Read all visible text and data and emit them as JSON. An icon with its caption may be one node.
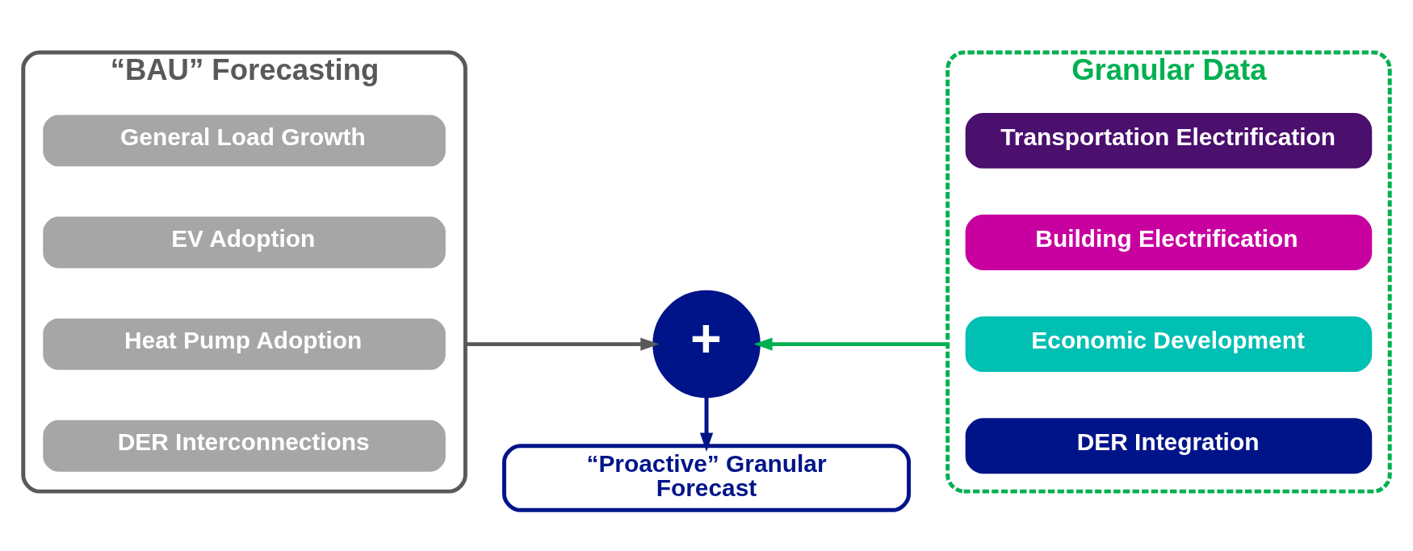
{
  "diagram": {
    "nodes": [
      {
        "text": [
          "“BAU” Forecasting"
        ]
      },
      {
        "text": [
          "General Load Growth"
        ],
        "in": 0
      },
      {
        "text": [
          "EV Adoption"
        ],
        "in": 0
      },
      {
        "text": [
          "Heat Pump Adoption"
        ],
        "in": 0
      },
      {
        "text": [
          "DER Interconnections"
        ],
        "in": 0
      },
      {
        "text": [
          "+"
        ]
      },
      {
        "text": [
          "Granular Data"
        ]
      },
      {
        "text": [
          "Transportation Electrification"
        ],
        "in": 6
      },
      {
        "text": [
          "Building Electrification"
        ],
        "in": 6
      },
      {
        "text": [
          "Economic Development"
        ],
        "in": 6
      },
      {
        "text": [
          "DER Integration"
        ],
        "in": 6
      },
      {
        "text": [
          "“Proactive” Granular Forecast"
        ]
      }
    ],
    "edges": [
      {
        "from": 0,
        "to": 5,
        "arrow": "to",
        "color": "#595959"
      },
      {
        "from": 6,
        "to": 5,
        "arrow": "to",
        "color": "#00b050"
      },
      {
        "from": 5,
        "to": 11,
        "arrow": "to"
      }
    ]
  }
}
